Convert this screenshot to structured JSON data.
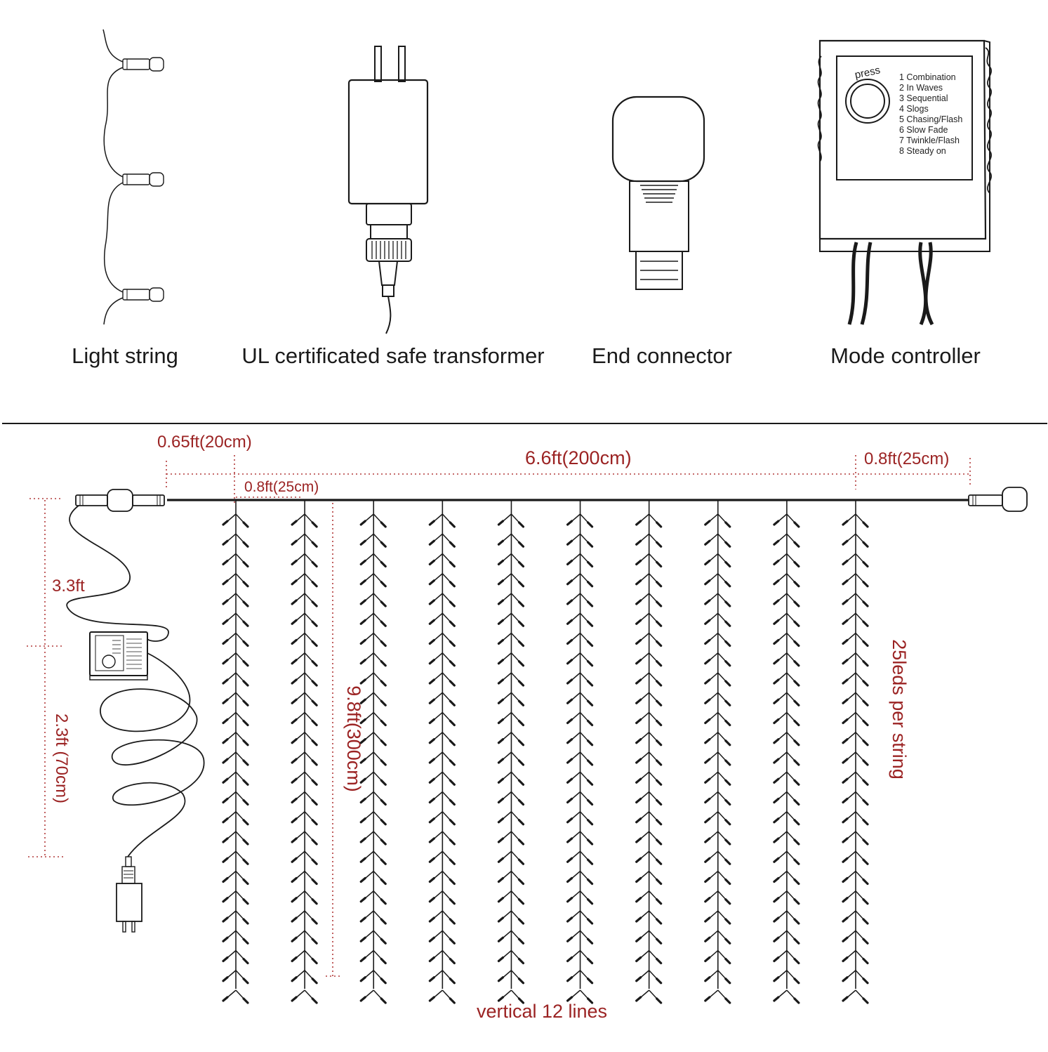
{
  "captions": {
    "light_string": "Light string",
    "transformer": "UL certificated safe transformer",
    "end_connector": "End connector",
    "mode_controller": "Mode controller"
  },
  "controller": {
    "press": "press",
    "modes": [
      "1 Combination",
      "2 In Waves",
      "3 Sequential",
      "4 Slogs",
      "5 Chasing/Flash",
      "6 Slow Fade",
      "7 Twinkle/Flash",
      "8 Steady on"
    ]
  },
  "dimensions": {
    "lead_left": "0.65ft(20cm)",
    "width": "6.6ft(200cm)",
    "lead_right": "0.8ft(25cm)",
    "spacing": "0.8ft(25cm)",
    "cable_top": "3.3ft",
    "cable_bottom": "2.3ft (70cm)",
    "height": "9.8ft(300cm)",
    "leds_per_string": "25leds per string",
    "lines": "vertical 12 lines"
  },
  "curtain": {
    "strings": 10,
    "leds_per_string": 25
  },
  "colors": {
    "line": "#1a1a1a",
    "dimension": "#9b2323"
  }
}
